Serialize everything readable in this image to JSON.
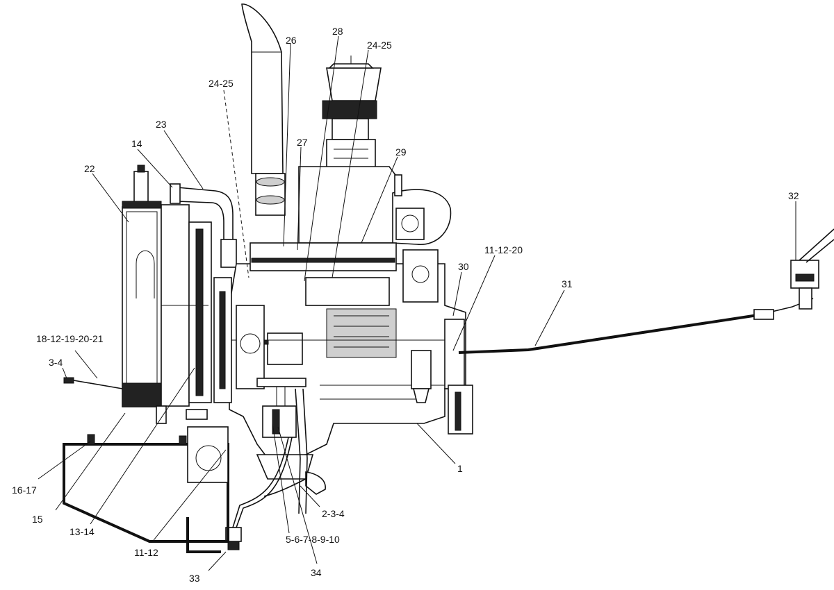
{
  "diagram": {
    "callouts": [
      {
        "id": "c26",
        "label": "26"
      },
      {
        "id": "c28",
        "label": "28"
      },
      {
        "id": "c24-25-top",
        "label": "24-25"
      },
      {
        "id": "c24-25-left",
        "label": "24-25"
      },
      {
        "id": "c23",
        "label": "23"
      },
      {
        "id": "c14",
        "label": "14"
      },
      {
        "id": "c22",
        "label": "22"
      },
      {
        "id": "c27",
        "label": "27"
      },
      {
        "id": "c29",
        "label": "29"
      },
      {
        "id": "c32",
        "label": "32"
      },
      {
        "id": "c11-12-20",
        "label": "11-12-20"
      },
      {
        "id": "c30",
        "label": "30"
      },
      {
        "id": "c31",
        "label": "31"
      },
      {
        "id": "c18-12-19-20-21",
        "label": "18-12-19-20-21"
      },
      {
        "id": "c3-4",
        "label": "3-4"
      },
      {
        "id": "c1",
        "label": "1"
      },
      {
        "id": "c16-17",
        "label": "16-17"
      },
      {
        "id": "c15",
        "label": "15"
      },
      {
        "id": "c13-14",
        "label": "13-14"
      },
      {
        "id": "c11-12",
        "label": "11-12"
      },
      {
        "id": "c2-3-4",
        "label": "2-3-4"
      },
      {
        "id": "c5-6-7-8-9-10",
        "label": "5-6-7-8-9-10"
      },
      {
        "id": "c33",
        "label": "33"
      },
      {
        "id": "c34",
        "label": "34"
      }
    ]
  }
}
